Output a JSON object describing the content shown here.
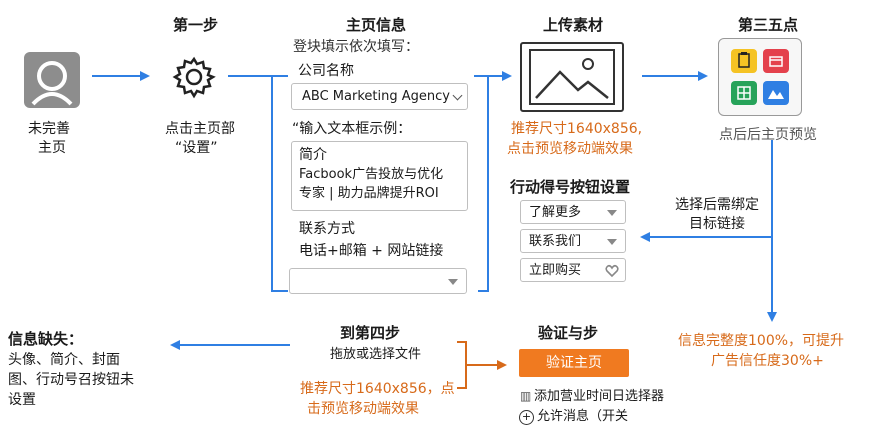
{
  "step1": {
    "title": "第一步",
    "user_caption_1": "未完善",
    "user_caption_2": "主页",
    "settings_caption_1": "点击主页部",
    "settings_caption_2": "“设置”"
  },
  "info": {
    "title": "主页信息",
    "subtitle": "登块填示依次填写：",
    "company_label": "公司名称",
    "company_value": "ABC Marketing Agency",
    "example_label": "“输入文本框示例：",
    "intro_label": "简介",
    "intro_line1": "Facbook广告投放与优化",
    "intro_line2": "专家 | 助力品牌提升ROI",
    "contact_label": "联系方式",
    "contact_value": "电话+邮箱 + 网站链接"
  },
  "upload": {
    "title": "上传素材",
    "note_line1": "推荐尺寸1640x856,",
    "note_line2": "点击预览移动端效果"
  },
  "step3": {
    "title": "第三五点",
    "caption": "点后后主页预览"
  },
  "cta": {
    "title": "行动得号按钮设置",
    "options": [
      "了解更多",
      "联系我们",
      "立即购买"
    ]
  },
  "bind_note": {
    "line1": "选择后需绑定",
    "line2": "目标链接"
  },
  "completeness": {
    "line1": "信息完整度100%，可提升",
    "line2": "广告信任度30%+"
  },
  "verify": {
    "title": "验证与步",
    "button": "验证主页",
    "item1": "添加营业时间日选择器",
    "item2": "允许消息（开关"
  },
  "step4": {
    "title": "到第四步",
    "subtitle": "拖放或选择文件",
    "note_line1": "推荐尺寸1640x856，点",
    "note_line2": "击预览移动端效果"
  },
  "missing": {
    "title": "信息缺失：",
    "line1": "头像、简介、封面",
    "line2": "图、行动号召按钮未",
    "line3": "设置"
  },
  "colors": {
    "arrow": "#2f7fe3",
    "accent": "#d76a1a",
    "verify_button": "#f07a20",
    "tile_yellow": "#f5c324",
    "tile_red": "#e4414c",
    "tile_green": "#27a35a",
    "tile_blue": "#2f7fe3"
  }
}
